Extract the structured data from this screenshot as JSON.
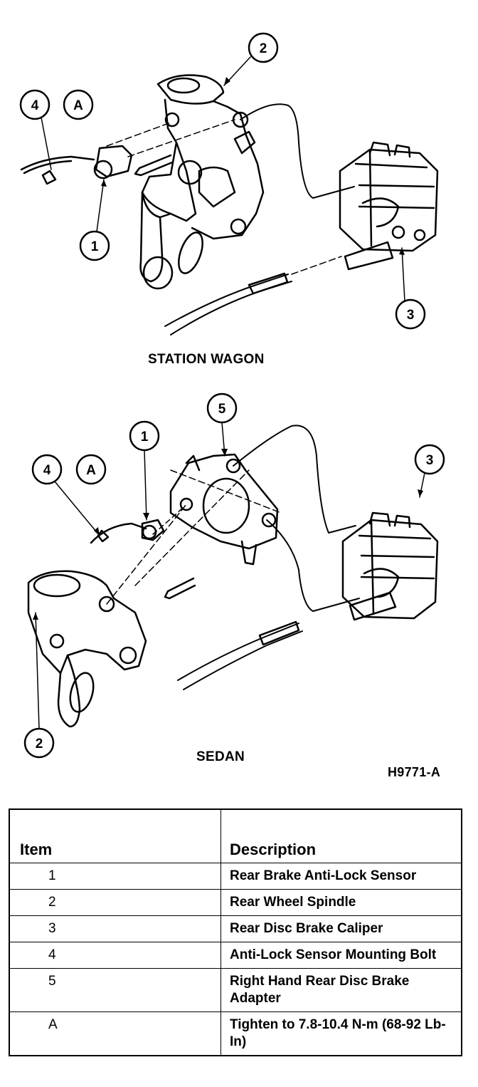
{
  "figure": {
    "captions": {
      "wagon": "STATION WAGON",
      "sedan": "SEDAN"
    },
    "code": "H9771-A",
    "callouts": {
      "wagon": [
        "4",
        "A",
        "2",
        "1",
        "3"
      ],
      "sedan": [
        "5",
        "1",
        "4",
        "A",
        "3",
        "2"
      ]
    }
  },
  "table": {
    "headers": {
      "item": "Item",
      "description": "Description"
    },
    "rows": [
      {
        "item": "1",
        "description": "Rear Brake Anti-Lock Sensor"
      },
      {
        "item": "2",
        "description": "Rear Wheel Spindle"
      },
      {
        "item": "3",
        "description": "Rear Disc Brake Caliper"
      },
      {
        "item": "4",
        "description": "Anti-Lock Sensor Mounting Bolt"
      },
      {
        "item": "5",
        "description": "Right Hand Rear Disc Brake Adapter"
      },
      {
        "item": "A",
        "description": "Tighten to 7.8-10.4 N-m (68-92 Lb-In)"
      }
    ]
  }
}
